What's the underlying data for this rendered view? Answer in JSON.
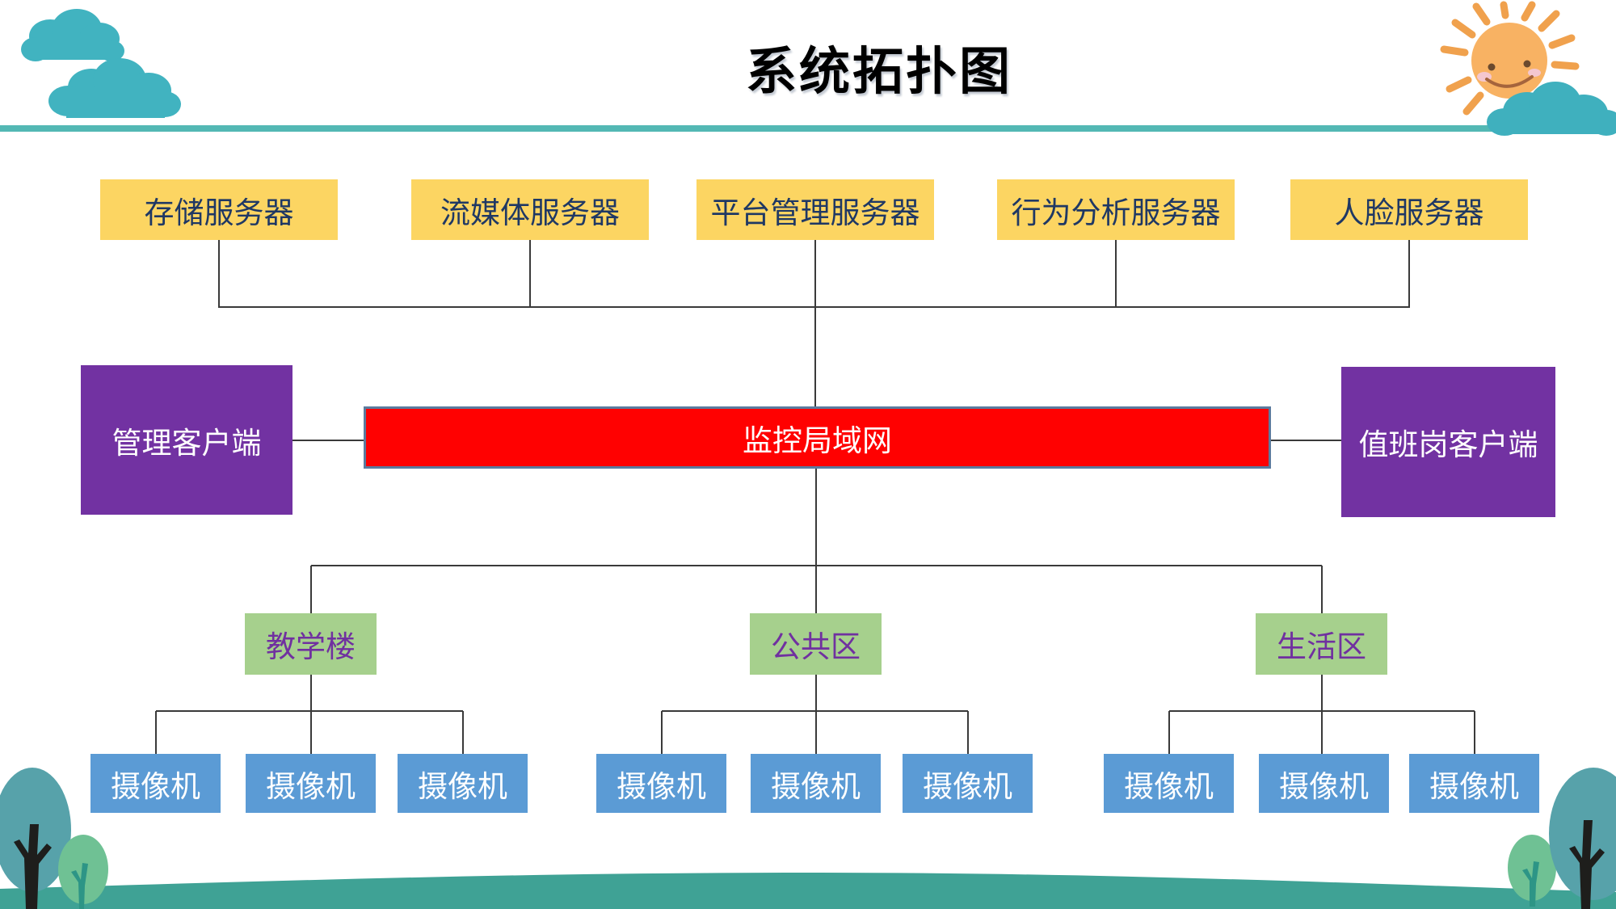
{
  "slide_title": "系统拓扑图",
  "servers": [
    "存储服务器",
    "流媒体服务器",
    "平台管理服务器",
    "行为分析服务器",
    "人脸服务器"
  ],
  "network_label": "监控局域网",
  "clients": {
    "left": "管理客户端",
    "right": "值班岗客户端"
  },
  "areas": [
    "教学楼",
    "公共区",
    "生活区"
  ],
  "cameras": [
    "摄像机",
    "摄像机",
    "摄像机",
    "摄像机",
    "摄像机",
    "摄像机",
    "摄像机",
    "摄像机",
    "摄像机"
  ],
  "colors": {
    "divider_teal": "#53B8B4",
    "server_box_fill": "#FCD562",
    "server_text_navy": "#1F3864",
    "network_fill_red": "#FF0101",
    "network_border_slate": "#5B7B9E",
    "client_fill_purple": "#7232A2",
    "area_fill_green": "#A6D08D",
    "area_text_purple": "#7030A0",
    "camera_fill_blue": "#5B9BD5",
    "connector_line": "#3A3A3A",
    "cloud_teal": "#41B3C0",
    "sun_orange": "#F8B263",
    "ground_teal_green": "#3FA295"
  },
  "decorations": {
    "top_left": [
      "cloud-icon",
      "cloud-icon"
    ],
    "top_right": [
      "sun-icon",
      "cloud-icon"
    ],
    "bottom_left": [
      "tree-icon",
      "tree-icon"
    ],
    "bottom_right": [
      "tree-icon",
      "tree-icon"
    ],
    "bottom": "hill-ground"
  }
}
